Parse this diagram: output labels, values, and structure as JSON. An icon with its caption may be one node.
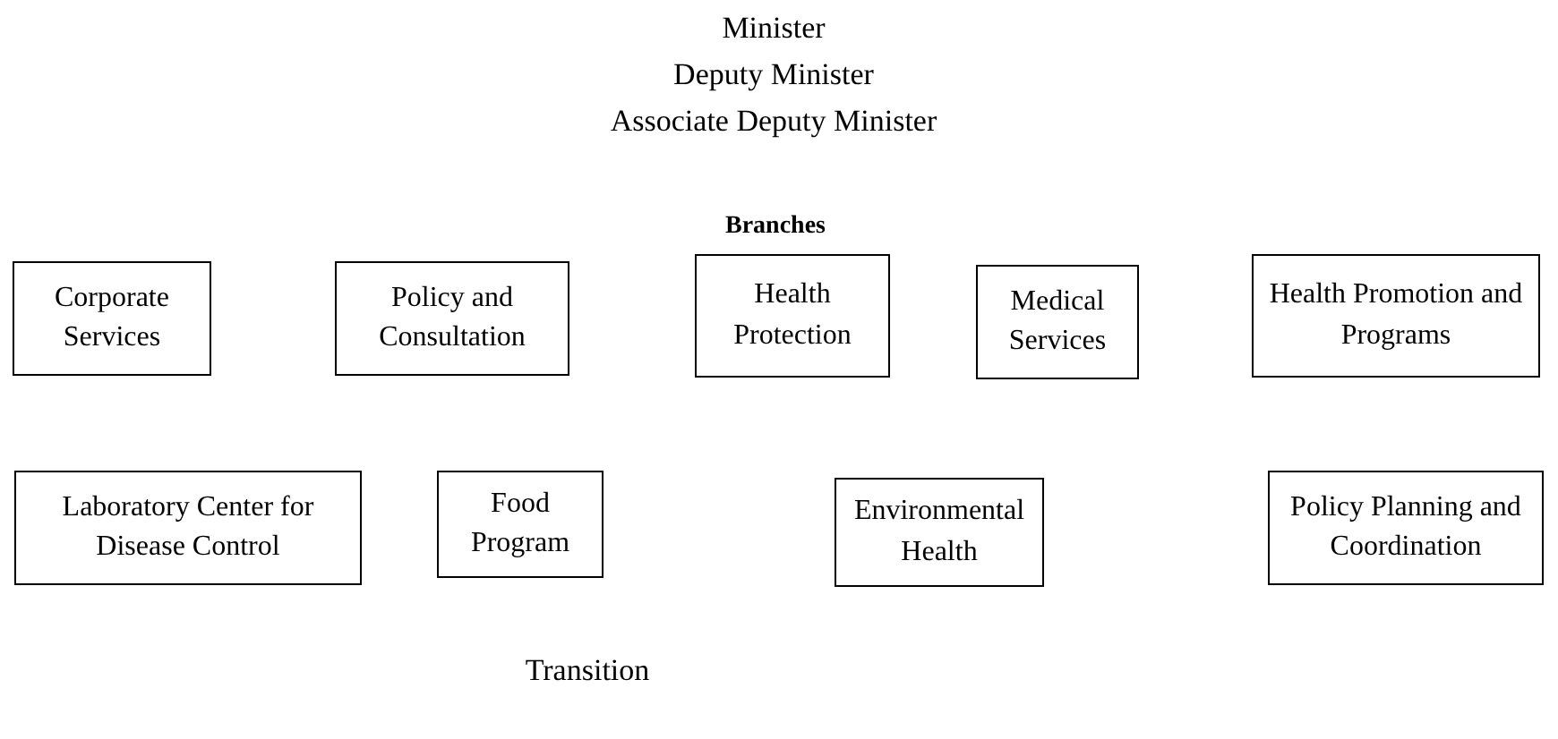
{
  "diagram": {
    "nodes": [
      {
        "text": [
          "Corporate Services"
        ]
      },
      {
        "text": [
          "Policy and Consultation"
        ]
      },
      {
        "text": [
          "Health Protection"
        ]
      },
      {
        "text": [
          "Medical Services"
        ]
      },
      {
        "text": [
          "Health Promotion and Programs"
        ]
      },
      {
        "text": [
          "Laboratory Center for Disease Control"
        ]
      },
      {
        "text": [
          "Food Program"
        ]
      },
      {
        "text": [
          "Environmental Health"
        ]
      },
      {
        "text": [
          "Policy Planning and Coordination"
        ]
      }
    ],
    "labels": [
      "Minister",
      "Deputy Minister",
      "Associate Deputy Minister",
      "Branches",
      "Transition"
    ]
  }
}
